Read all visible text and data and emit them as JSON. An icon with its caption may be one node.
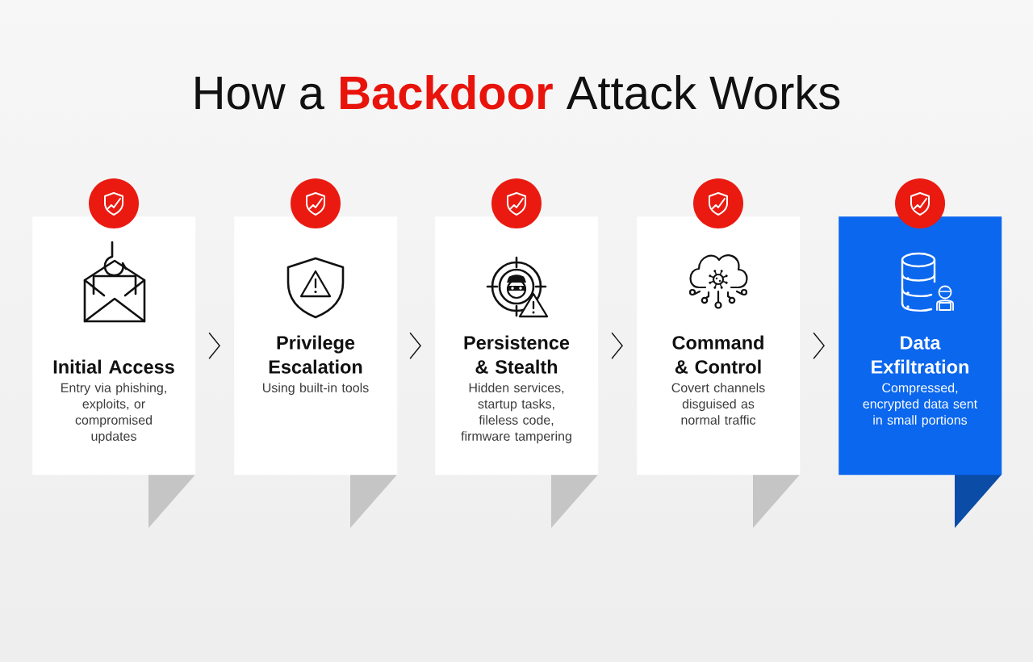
{
  "diagram": {
    "title": "How a **Backdoor** Attack Works",
    "nodes": [
      {
        "text": [
          "Initial Access",
          "Entry via phishing, exploits, or compromised updates"
        ]
      },
      {
        "text": [
          "Privilege Escalation",
          "Using built-in tools"
        ]
      },
      {
        "text": [
          "Persistence & Stealth",
          "Hidden services, startup tasks, fileless code, firmware tampering"
        ]
      },
      {
        "text": [
          "Command & Control",
          "Covert channels disguised as normal traffic"
        ]
      },
      {
        "text": [
          "Data Exfiltration",
          "Compressed, encrypted data sent in small portions"
        ]
      }
    ],
    "edges": [
      {
        "from": 0,
        "to": 1,
        "arrow": "to"
      },
      {
        "from": 1,
        "to": 2,
        "arrow": "to"
      },
      {
        "from": 2,
        "to": 3,
        "arrow": "to"
      },
      {
        "from": 3,
        "to": 4,
        "arrow": "to"
      }
    ]
  }
}
